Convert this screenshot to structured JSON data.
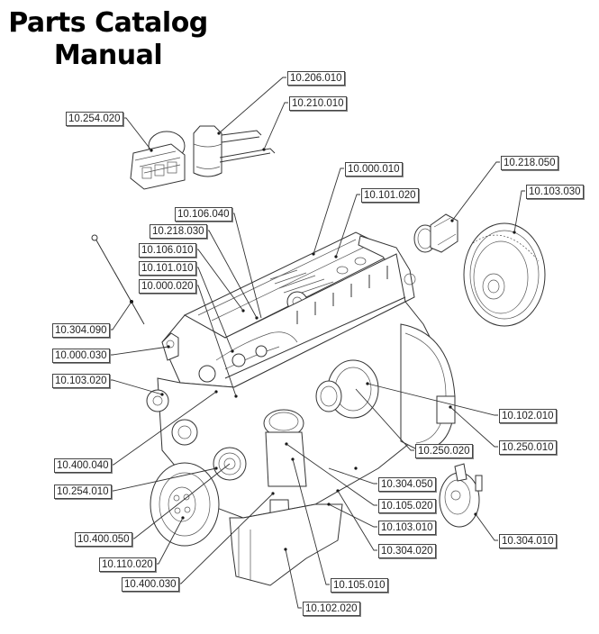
{
  "document": {
    "title_line1": "Parts Catalog",
    "title_line2": "Manual"
  },
  "callouts": [
    {
      "id": "c1",
      "label": "10.206.010"
    },
    {
      "id": "c2",
      "label": "10.210.010"
    },
    {
      "id": "c3",
      "label": "10.254.020"
    },
    {
      "id": "c4",
      "label": "10.000.010"
    },
    {
      "id": "c5",
      "label": "10.218.050"
    },
    {
      "id": "c6",
      "label": "10.101.020"
    },
    {
      "id": "c7",
      "label": "10.103.030"
    },
    {
      "id": "c8",
      "label": "10.106.040"
    },
    {
      "id": "c9",
      "label": "10.218.030"
    },
    {
      "id": "c10",
      "label": "10.106.010"
    },
    {
      "id": "c11",
      "label": "10.101.010"
    },
    {
      "id": "c12",
      "label": "10.000.020"
    },
    {
      "id": "c13",
      "label": "10.304.090"
    },
    {
      "id": "c14",
      "label": "10.000.030"
    },
    {
      "id": "c15",
      "label": "10.103.020"
    },
    {
      "id": "c16",
      "label": "10.102.010"
    },
    {
      "id": "c17",
      "label": "10.250.010"
    },
    {
      "id": "c18",
      "label": "10.250.020"
    },
    {
      "id": "c19",
      "label": "10.400.040"
    },
    {
      "id": "c20",
      "label": "10.254.010"
    },
    {
      "id": "c21",
      "label": "10.304.050"
    },
    {
      "id": "c22",
      "label": "10.105.020"
    },
    {
      "id": "c23",
      "label": "10.103.010"
    },
    {
      "id": "c24",
      "label": "10.400.050"
    },
    {
      "id": "c25",
      "label": "10.304.020"
    },
    {
      "id": "c26",
      "label": "10.304.010"
    },
    {
      "id": "c27",
      "label": "10.110.020"
    },
    {
      "id": "c28",
      "label": "10.400.030"
    },
    {
      "id": "c29",
      "label": "10.105.010"
    },
    {
      "id": "c30",
      "label": "10.102.020"
    }
  ]
}
